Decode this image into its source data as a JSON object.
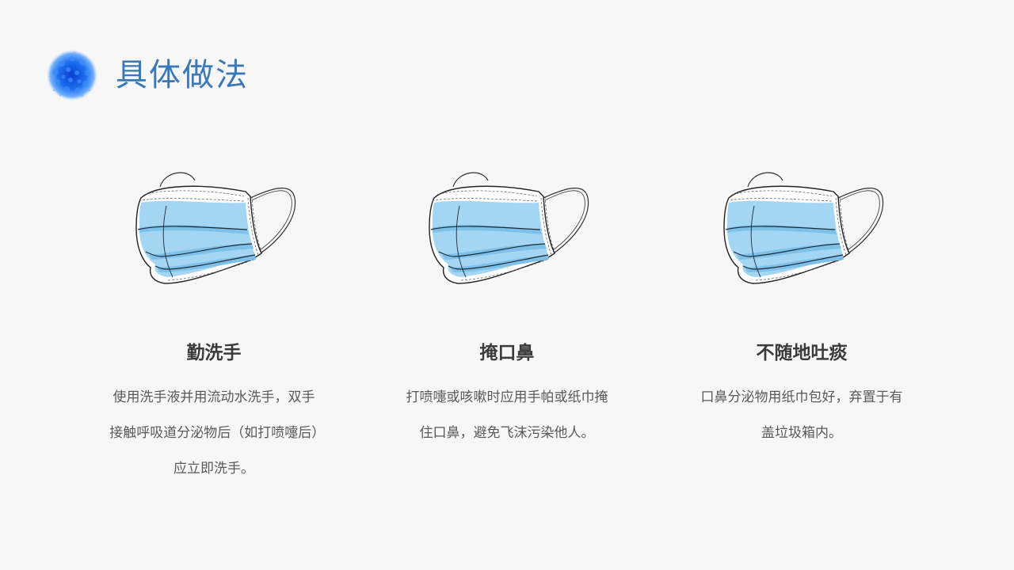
{
  "header": {
    "title": "具体做法",
    "icon": "virus-icon",
    "icon_color": "#1f6fe0"
  },
  "colors": {
    "background": "#f7f7f7",
    "title": "#3a78b8",
    "heading": "#3b3b3b",
    "body_text": "#595959",
    "mask_fill": "#a4d6f3",
    "mask_fold": "#85c6ee"
  },
  "columns": [
    {
      "icon": "face-mask-icon",
      "title": "勤洗手",
      "description": "使用洗手液并用流动水洗手，双手接触呼吸道分泌物后（如打喷嚏后）应立即洗手。"
    },
    {
      "icon": "face-mask-icon",
      "title": "掩口鼻",
      "description": "打喷嚏或咳嗽时应用手帕或纸巾掩住口鼻，避免飞沫污染他人。"
    },
    {
      "icon": "face-mask-icon",
      "title": "不随地吐痰",
      "description": "口鼻分泌物用纸巾包好，弃置于有盖垃圾箱内。"
    }
  ]
}
